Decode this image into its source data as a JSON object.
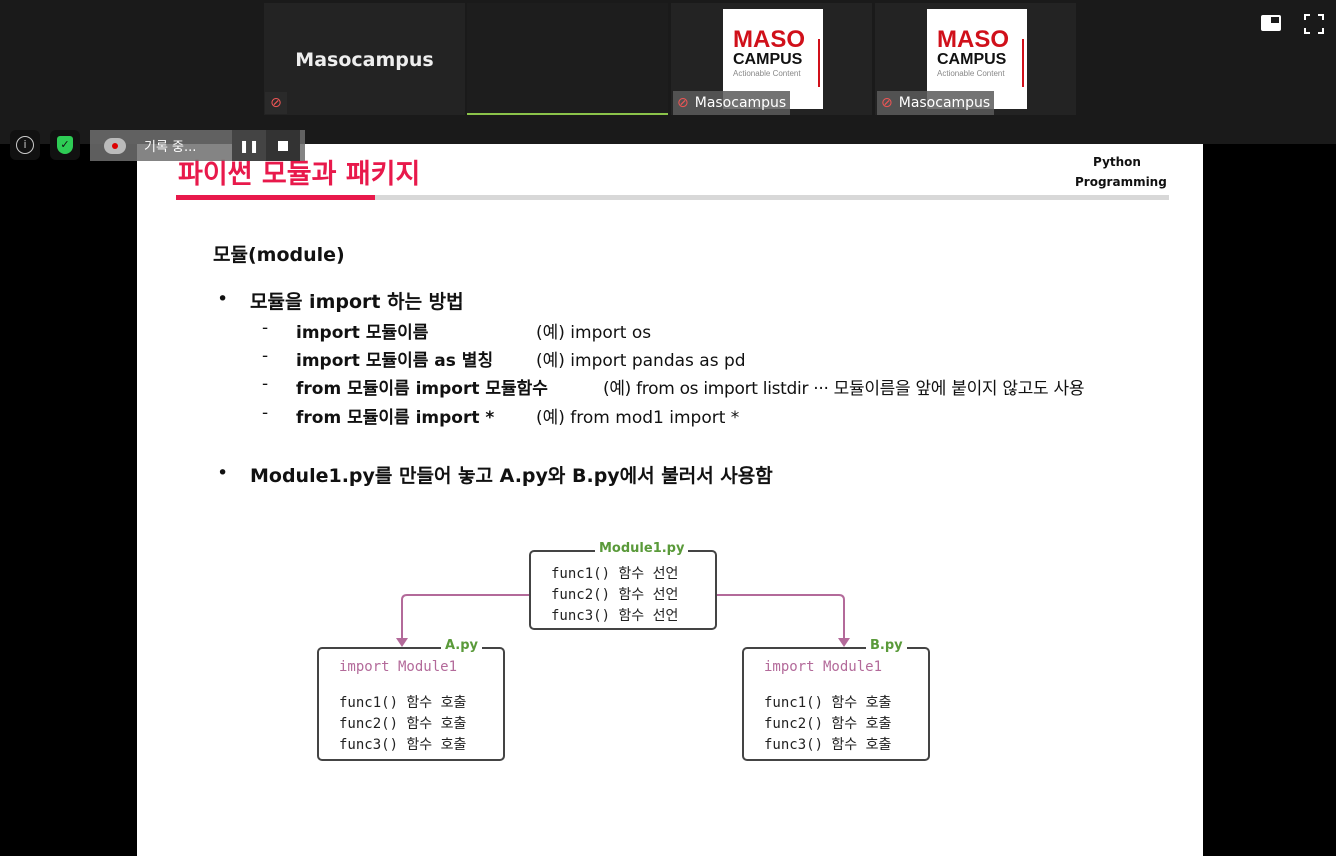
{
  "participants": [
    {
      "name": "Masocampus",
      "type": "name"
    },
    {
      "name": "",
      "type": "video"
    },
    {
      "name": "Masocampus",
      "type": "logo"
    },
    {
      "name": "Masocampus",
      "type": "logo"
    }
  ],
  "logo": {
    "line1": "MASO",
    "line2": "CAMPUS",
    "line3": "Actionable Content"
  },
  "recording": {
    "label": "기록 중..."
  },
  "slide": {
    "title": "파이썬 모듈과 패키지",
    "corner1": "Python",
    "corner2": "Programming",
    "heading": "모듈(module)",
    "bullet1": "모듈을 import 하는 방법",
    "items": [
      {
        "a": "import 모듈이름",
        "b": "(예) import os"
      },
      {
        "a": "import 모듈이름 as 별칭",
        "b": "(예) import pandas as pd"
      },
      {
        "a": "from 모듈이름 import 모듈함수",
        "b": "(예) from os import listdir  ··· 모듈이름을 앞에 붙이지 않고도 사용"
      },
      {
        "a": "from 모듈이름 import *",
        "b": "(예) from mod1 import *"
      }
    ],
    "bullet2": "Module1.py를 만들어 놓고 A.py와 B.py에서 불러서 사용함",
    "diagram": {
      "module": {
        "label": "Module1.py",
        "lines": [
          "func1() 함수 선언",
          "func2() 함수 선언",
          "func3() 함수 선언"
        ]
      },
      "a": {
        "label": "A.py",
        "import": "import Module1",
        "lines": [
          "func1() 함수 호출",
          "func2() 함수 호출",
          "func3() 함수 호출"
        ]
      },
      "b": {
        "label": "B.py",
        "import": "import Module1",
        "lines": [
          "func1() 함수 호출",
          "func2() 함수 호출",
          "func3() 함수 호출"
        ]
      }
    }
  },
  "colors": {
    "accent": "#e8194b",
    "green": "#5a9a3a",
    "arrow": "#b36a9a"
  }
}
